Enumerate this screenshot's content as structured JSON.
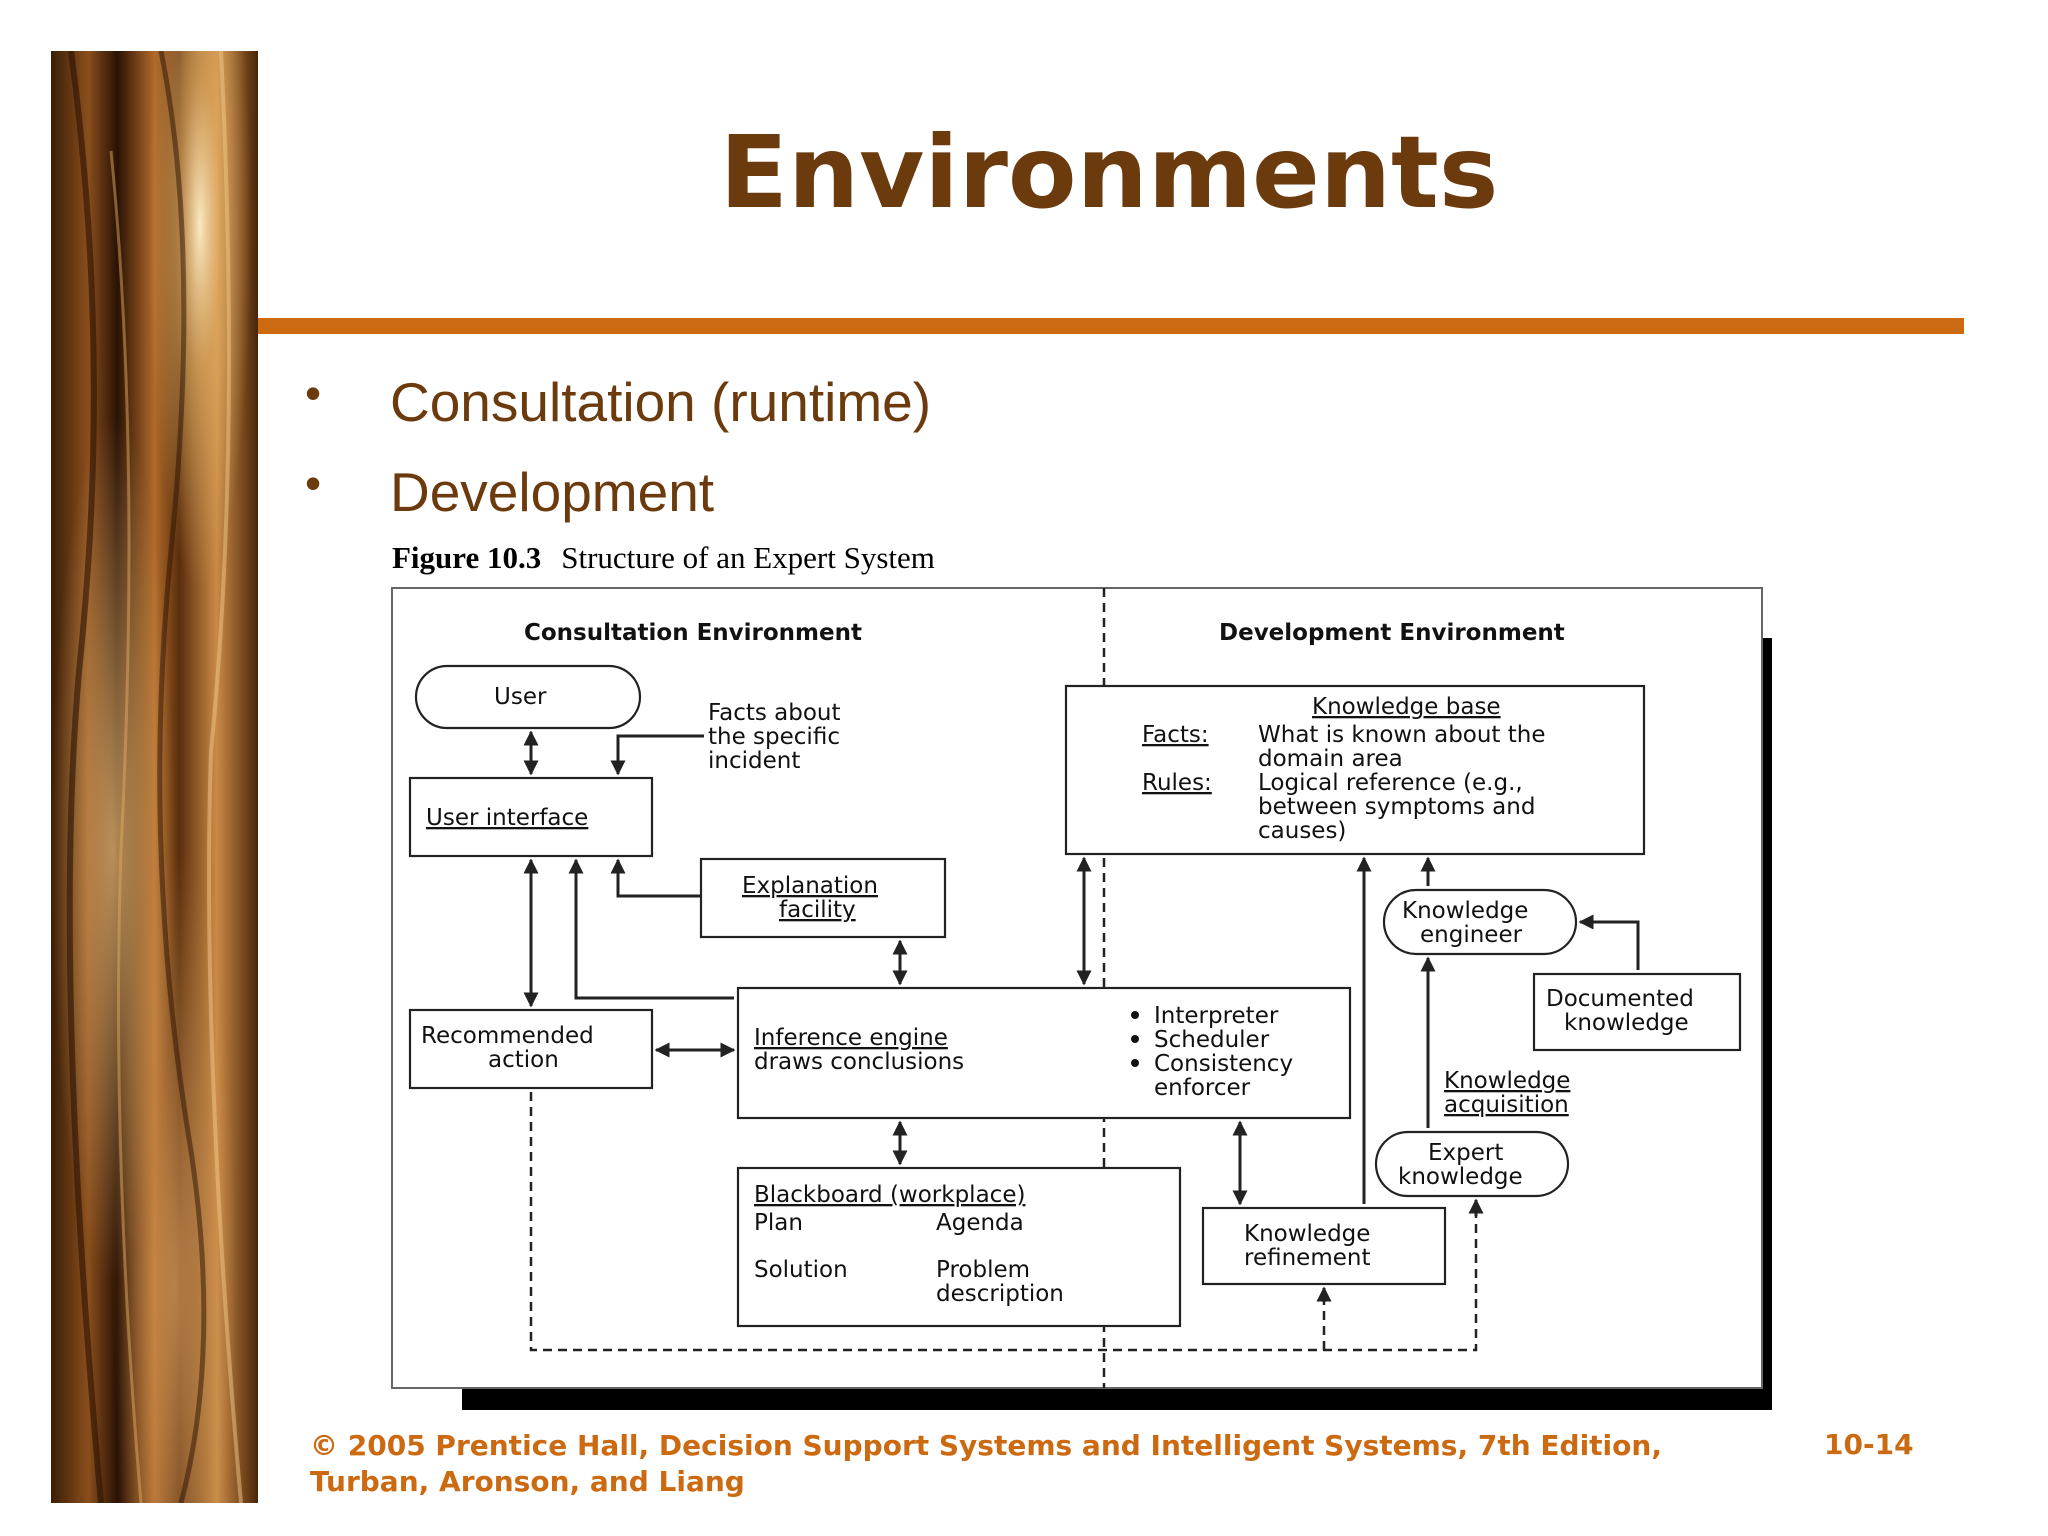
{
  "slide": {
    "title": "Environments",
    "bullets": [
      "Consultation (runtime)",
      "Development"
    ],
    "bullet_symbol": "•",
    "figure_number": "Figure 10.3",
    "figure_title": "Structure of an Expert System",
    "footer_line1": "© 2005  Prentice Hall, Decision Support Systems and Intelligent Systems, 7th Edition,",
    "footer_line2": "Turban, Aronson, and Liang",
    "page_number": "10-14"
  },
  "colors": {
    "title": "#6b3a0d",
    "accent": "#cc6a12",
    "wood_dark": "#3a1e08",
    "wood_light": "#e8b56a"
  },
  "diagram": {
    "consultation_header": "Consultation Environment",
    "development_header": "Development Environment",
    "user": "User",
    "facts_about": [
      "Facts about",
      "the specific",
      "incident"
    ],
    "user_interface": "User interface",
    "explanation_facility": [
      "Explanation",
      "facility"
    ],
    "recommended_action": [
      "Recommended",
      "action"
    ],
    "inference_engine": "Inference engine",
    "draws_conclusions": "draws conclusions",
    "engine_parts": [
      "Interpreter",
      "Scheduler",
      "Consistency",
      "enforcer"
    ],
    "blackboard_title": "Blackboard (workplace)",
    "plan": "Plan",
    "agenda": "Agenda",
    "solution": "Solution",
    "problem_description": [
      "Problem",
      "description"
    ],
    "knowledge_base_title": "Knowledge base",
    "facts_label": "Facts:",
    "facts_text": [
      "What is known about the",
      "domain area"
    ],
    "rules_label": "Rules:",
    "rules_text": [
      "Logical reference (e.g.,",
      "between symptoms and",
      "causes)"
    ],
    "knowledge_engineer": [
      "Knowledge",
      "engineer"
    ],
    "documented_knowledge": [
      "Documented",
      "knowledge"
    ],
    "knowledge_acquisition": [
      "Knowledge",
      "acquisition"
    ],
    "expert_knowledge": [
      "Expert",
      "knowledge"
    ],
    "knowledge_refinement": [
      "Knowledge",
      "refinement"
    ]
  }
}
